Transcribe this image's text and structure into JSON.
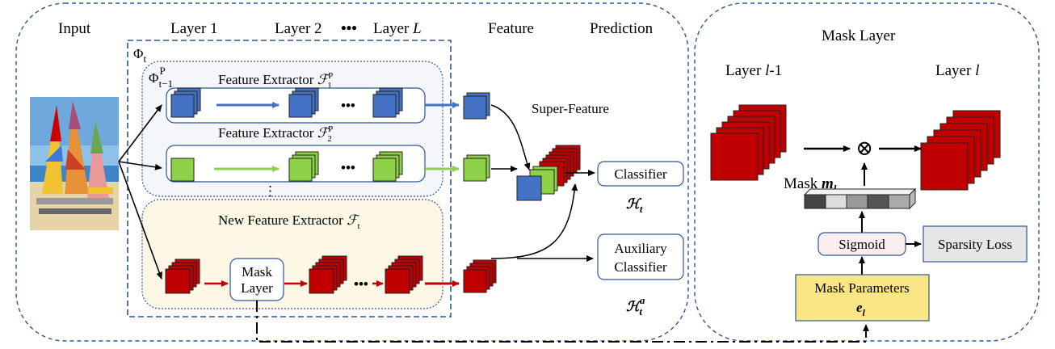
{
  "headers": {
    "input": "Input",
    "layer1": "Layer 1",
    "layer2": "Layer 2",
    "dots": "•••",
    "layer_l_prefix": "Layer ",
    "layer_l_var": "L",
    "feature": "Feature",
    "prediction": "Prediction"
  },
  "phi_t": "Φ",
  "phi_t_sub": "t",
  "phi_prev": "Φ",
  "phi_prev_sup": "P",
  "phi_prev_sub": "t−1",
  "extractor1": {
    "text": "Feature Extractor ",
    "sym": "ℱ",
    "sup": "P",
    "sub": "1"
  },
  "extractor2": {
    "text": "Feature Extractor ",
    "sym": "ℱ",
    "sup": "P",
    "sub": "2"
  },
  "new_extractor": {
    "text": "New Feature Extractor ",
    "sym": "ℱ",
    "sub": "t"
  },
  "row_dots": "•••",
  "vdots": "⋮",
  "mask_layer_box": [
    "Mask",
    "Layer"
  ],
  "super_feature": "Super-Feature",
  "classifier": "Classifier",
  "classifier_sym": "ℋ",
  "classifier_sub": "t",
  "aux_classifier": [
    "Auxiliary",
    "Classifier"
  ],
  "aux_sym": "ℋ",
  "aux_sub": "t",
  "aux_sup": "a",
  "right_panel": {
    "title": "Mask Layer",
    "layer_prev_prefix": "Layer ",
    "layer_prev_var": "l",
    "layer_prev_suffix": "-1",
    "layer_curr_prefix": "Layer ",
    "layer_curr_var": "l",
    "otimes": "⊗",
    "mask_label_prefix": "Mask ",
    "mask_label_var": "m",
    "mask_label_sub": "l",
    "sigmoid": "Sigmoid",
    "sparsity_loss": "Sparsity Loss",
    "mask_params": "Mask Parameters",
    "mask_params_var": "e",
    "mask_params_sub": "l"
  },
  "colors": {
    "blue_feature": "#4472c4",
    "green_feature": "#8dd148",
    "red_feature": "#c00000",
    "dashed_border": "#2e5597",
    "mask_params_fill": "#fbe685",
    "sigmoid_fill": "#fbeeee",
    "sparsity_fill": "#e6e6e6",
    "old_region_fill": "#f4f6f9",
    "new_region_fill": "#fdf8e6"
  }
}
